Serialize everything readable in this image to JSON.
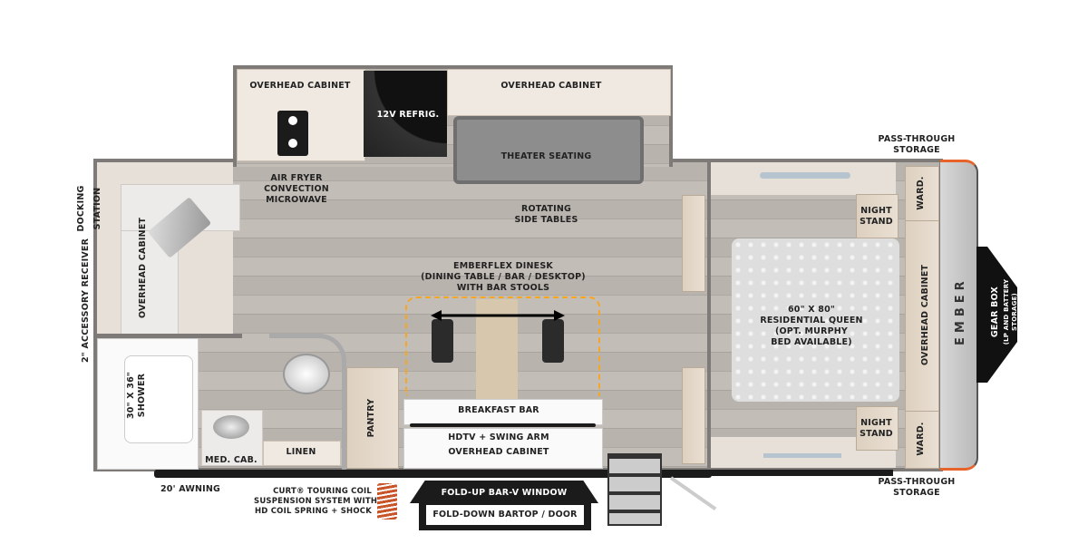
{
  "brand": {
    "logo_text": "EMBER",
    "accent_color": "#f58220",
    "trim_color": "#e8632a"
  },
  "labels": {
    "kitchen_overhead_cabinet": "OVERHEAD CABINET",
    "refrigerator": "12V REFRIG.",
    "slide_overhead_cabinet": "OVERHEAD CABINET",
    "theater_seating": "THEATER SEATING",
    "air_fryer": [
      "AIR FRYER",
      "CONVECTION",
      "MICROWAVE"
    ],
    "rotating_tables": [
      "ROTATING",
      "SIDE TABLES"
    ],
    "docking_station": [
      "DOCKING",
      "STATION"
    ],
    "accessory_receiver": "2\" ACCESSORY RECEIVER",
    "rear_overhead_cabinet": "OVERHEAD CABINET",
    "dinesk": [
      "EMBERFLEX DINESK",
      "(DINING TABLE / BAR / DESKTOP)",
      "WITH BAR STOOLS"
    ],
    "shower": [
      "30\" X 36\"",
      "SHOWER"
    ],
    "med_cab": "MED. CAB.",
    "linen": "LINEN",
    "pantry": "PANTRY",
    "breakfast_bar": "BREAKFAST BAR",
    "hdtv": "HDTV + SWING ARM",
    "bar_overhead_cabinet": "OVERHEAD CABINET",
    "awning": "20' AWNING",
    "suspension": [
      "CURT® TOURING COIL",
      "SUSPENSION SYSTEM WITH",
      "HD COIL SPRING + SHOCK"
    ],
    "fold_up_window": "FOLD-UP BAR-V WINDOW",
    "fold_down_bartop": "FOLD-DOWN BARTOP / DOOR",
    "pass_through_top": [
      "PASS-THROUGH",
      "STORAGE"
    ],
    "pass_through_bottom": [
      "PASS-THROUGH",
      "STORAGE"
    ],
    "night_stand_top": [
      "NIGHT",
      "STAND"
    ],
    "night_stand_bottom": [
      "NIGHT",
      "STAND"
    ],
    "ward_top": "WARD.",
    "ward_bottom": "WARD.",
    "bed": [
      "60\" X 80\"",
      "RESIDENTIAL QUEEN",
      "(OPT. MURPHY",
      "BED AVAILABLE)"
    ],
    "front_overhead_cabinet": "OVERHEAD CABINET",
    "gear_box": [
      "GEAR BOX",
      "(LP AND BATTERY",
      "STORAGE)"
    ]
  }
}
